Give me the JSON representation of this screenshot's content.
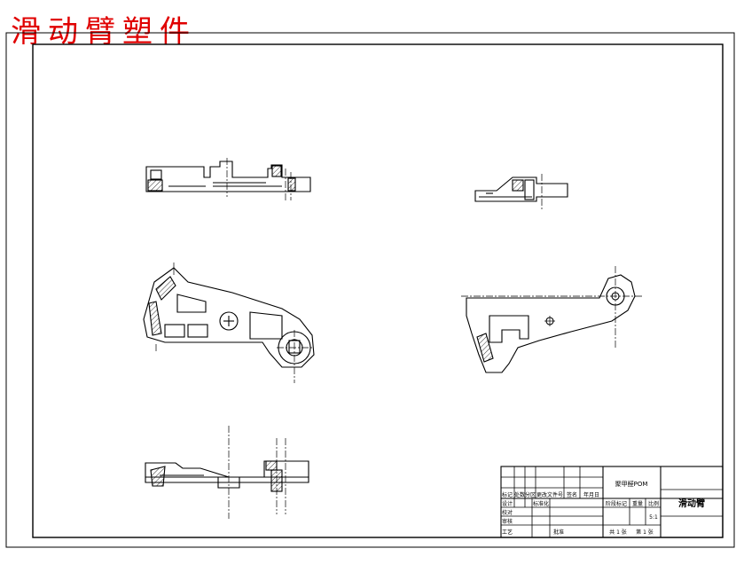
{
  "page_title": "滑动臂塑件",
  "title_block": {
    "drawing_name": "滑动臂",
    "material": "聚甲醛POM",
    "headers": [
      "标记",
      "处数",
      "分区",
      "更改文件号",
      "签名",
      "年月日"
    ],
    "stage_label": "阶段标记",
    "weight_label": "重量",
    "scale_label": "比例",
    "scale_value": "5:1",
    "design_label": "设计",
    "standardize_label": "标准化",
    "proofread_label": "校对",
    "review_label": "审核",
    "process_label": "工艺",
    "approve_label": "批准",
    "sheet_total": "共 1 张",
    "sheet_no": "第 1 张"
  },
  "colors": {
    "title": "#e00000",
    "lines": "#000000"
  }
}
